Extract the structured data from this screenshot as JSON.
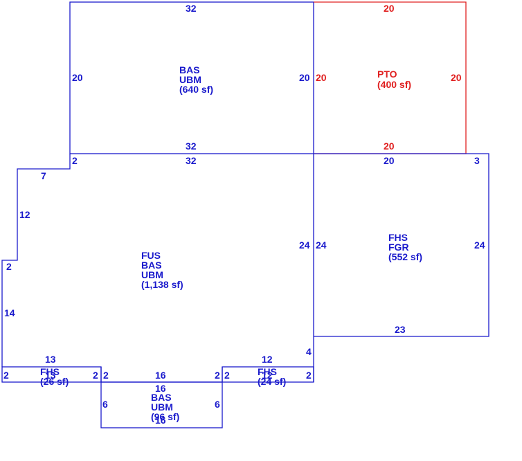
{
  "colors": {
    "primary": "#1a1acc",
    "accent": "#e02020"
  },
  "areas": {
    "bas_top": {
      "lines": [
        "BAS",
        "UBM",
        "(640 sf)"
      ]
    },
    "pto": {
      "lines": [
        "PTO",
        "(400 sf)"
      ]
    },
    "fus": {
      "lines": [
        "FUS",
        "BAS",
        "UBM",
        "(1,138 sf)"
      ]
    },
    "fhs": {
      "lines": [
        "FHS",
        "FGR",
        "(552 sf)"
      ]
    },
    "fhs_left": {
      "lines": [
        "FHS",
        "(26 sf)"
      ]
    },
    "fhs_right": {
      "lines": [
        "FHS",
        "(24 sf)"
      ]
    },
    "bas_bottom": {
      "lines": [
        "BAS",
        "UBM",
        "(96 sf)"
      ]
    }
  },
  "dimensions": {
    "bas_top": {
      "top": "32",
      "bottom": "32",
      "left": "20",
      "right": "20"
    },
    "pto": {
      "top": "20",
      "bottom": "20",
      "left": "20",
      "right": "20"
    },
    "fus": {
      "top": "32",
      "notch_top": "2",
      "notch_step": "7",
      "left_upper": "12",
      "left_step": "2",
      "left_lower": "14",
      "right": "24",
      "right_low": "4",
      "bottom_mid": "16"
    },
    "fhs": {
      "top": "20",
      "top_right": "3",
      "left": "24",
      "right": "24",
      "bottom": "23"
    },
    "fhs_left": {
      "top": "13",
      "bottom": "13",
      "left": "2",
      "right": "2"
    },
    "fhs_right": {
      "top": "12",
      "bottom": "12",
      "left": "2",
      "right": "2"
    },
    "bas_bottom": {
      "top": "16",
      "bottom": "16",
      "left": "6",
      "right": "6",
      "left_top": "2",
      "right_top": "2"
    }
  }
}
